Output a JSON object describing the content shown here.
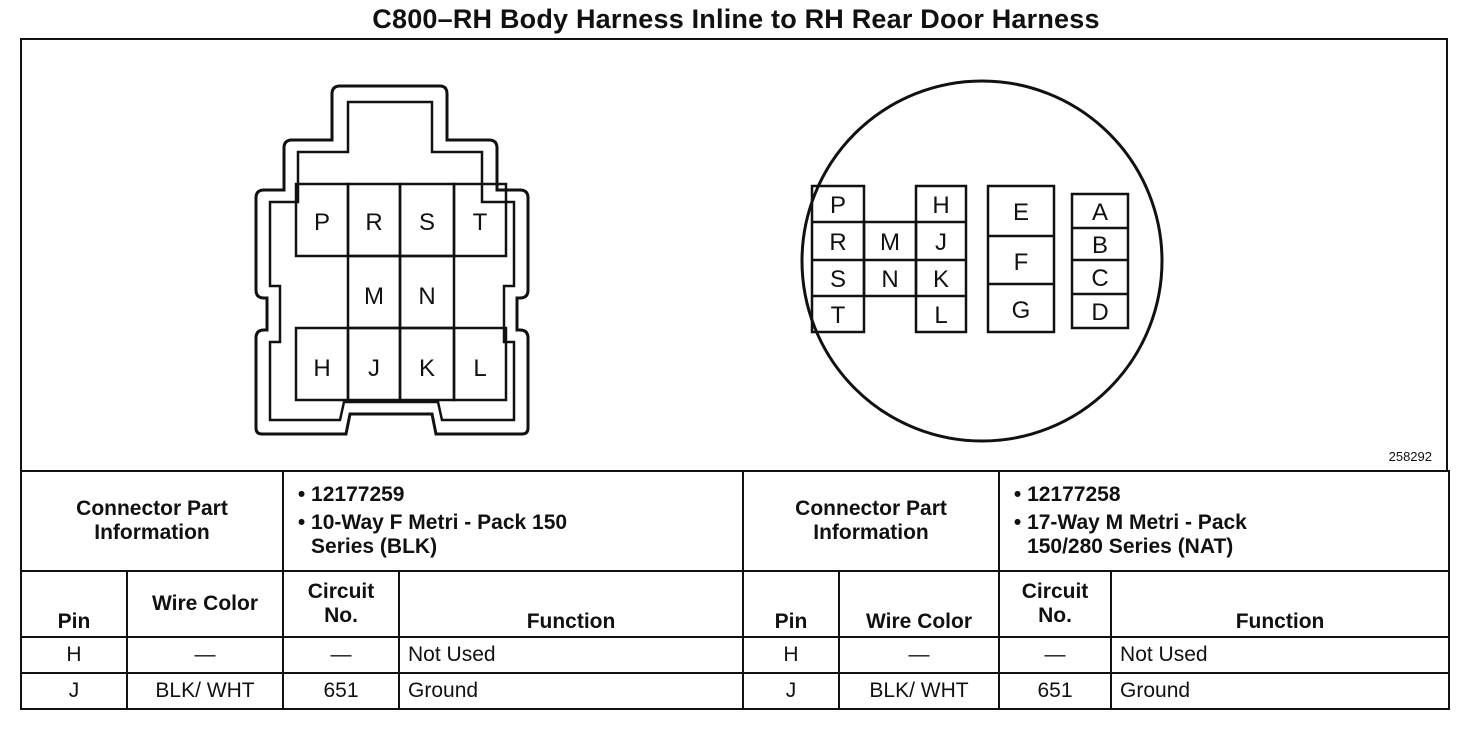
{
  "title": "C800–RH Body Harness Inline to RH Rear Door Harness",
  "figure_id": "258292",
  "left_connector": {
    "top_row_pins": [
      "P",
      "R",
      "S",
      "T"
    ],
    "middle_row_pins": [
      "M",
      "N"
    ],
    "bottom_row_pins": [
      "H",
      "J",
      "K",
      "L"
    ]
  },
  "right_connector": {
    "group1": [
      "P",
      "R",
      "S",
      "T"
    ],
    "group2": [
      "M",
      "N"
    ],
    "group3": [
      "H",
      "J",
      "K",
      "L"
    ],
    "group4": [
      "E",
      "F",
      "G"
    ],
    "group5": [
      "A",
      "B",
      "C",
      "D"
    ]
  },
  "left_part_info": {
    "label": "Connector Part Information",
    "part_number": "12177259",
    "description": "10-Way F Metri - Pack 150 Series (BLK)"
  },
  "right_part_info": {
    "label": "Connector Part Information",
    "part_number": "12177258",
    "description": "17-Way M Metri - Pack 150/280 Series (NAT)"
  },
  "left_columns": {
    "pin": "Pin",
    "wire_color": "Wire Color",
    "circuit": "Circuit No.",
    "function": "Function"
  },
  "right_columns": {
    "pin": "Pin",
    "wire_color": "Wire Color",
    "circuit": "Circuit No.",
    "function": "Function"
  },
  "rows": [
    {
      "pin": "H",
      "wire_color": "—",
      "circuit": "—",
      "function": "Not Used"
    },
    {
      "pin": "J",
      "wire_color": "BLK/ WHT",
      "circuit": "651",
      "function": "Ground"
    }
  ]
}
